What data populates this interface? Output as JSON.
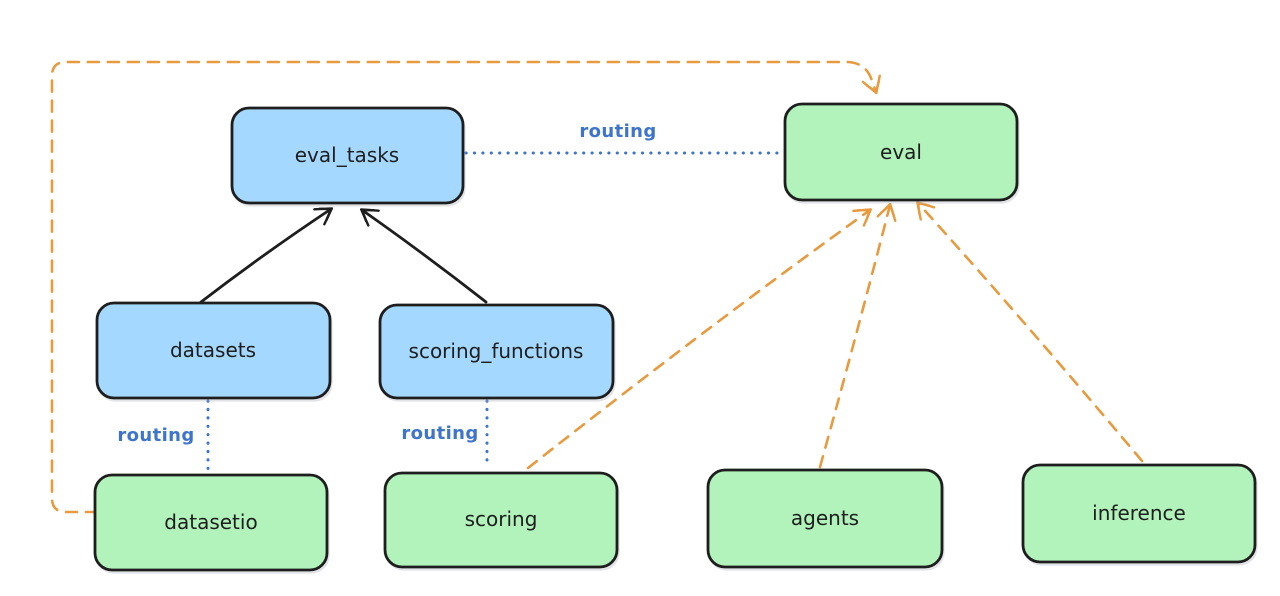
{
  "diagram": {
    "background": "#ffffff",
    "colors": {
      "node_stroke": "#1e1e1e",
      "blue_fill": "#a5d8ff",
      "green_fill": "#b2f2bb",
      "routing_blue": "#3e74cc",
      "orange": "#e89a3f",
      "label_text": "#1e1e1e"
    },
    "nodes": {
      "eval_tasks": {
        "label": "eval_tasks",
        "color": "blue"
      },
      "eval": {
        "label": "eval",
        "color": "green"
      },
      "datasets": {
        "label": "datasets",
        "color": "blue"
      },
      "scoring_functions": {
        "label": "scoring_functions",
        "color": "blue"
      },
      "datasetio": {
        "label": "datasetio",
        "color": "green"
      },
      "scoring": {
        "label": "scoring",
        "color": "green"
      },
      "agents": {
        "label": "agents",
        "color": "green"
      },
      "inference": {
        "label": "inference",
        "color": "green"
      }
    },
    "edges": [
      {
        "from": "datasets",
        "to": "eval_tasks",
        "style": "solid-arrow",
        "color": "#1e1e1e"
      },
      {
        "from": "scoring_functions",
        "to": "eval_tasks",
        "style": "solid-arrow",
        "color": "#1e1e1e"
      },
      {
        "from": "eval_tasks",
        "to": "eval",
        "style": "dotted",
        "color": "#3e74cc",
        "label": "routing"
      },
      {
        "from": "datasets",
        "to": "datasetio",
        "style": "dotted",
        "color": "#3e74cc",
        "label": "routing"
      },
      {
        "from": "scoring_functions",
        "to": "scoring",
        "style": "dotted",
        "color": "#3e74cc",
        "label": "routing"
      },
      {
        "from": "datasetio",
        "to": "eval",
        "style": "dashed-arrow",
        "color": "#e89a3f"
      },
      {
        "from": "scoring",
        "to": "eval",
        "style": "dashed-arrow",
        "color": "#e89a3f"
      },
      {
        "from": "agents",
        "to": "eval",
        "style": "dashed-arrow",
        "color": "#e89a3f"
      },
      {
        "from": "inference",
        "to": "eval",
        "style": "dashed-arrow",
        "color": "#e89a3f"
      }
    ]
  }
}
